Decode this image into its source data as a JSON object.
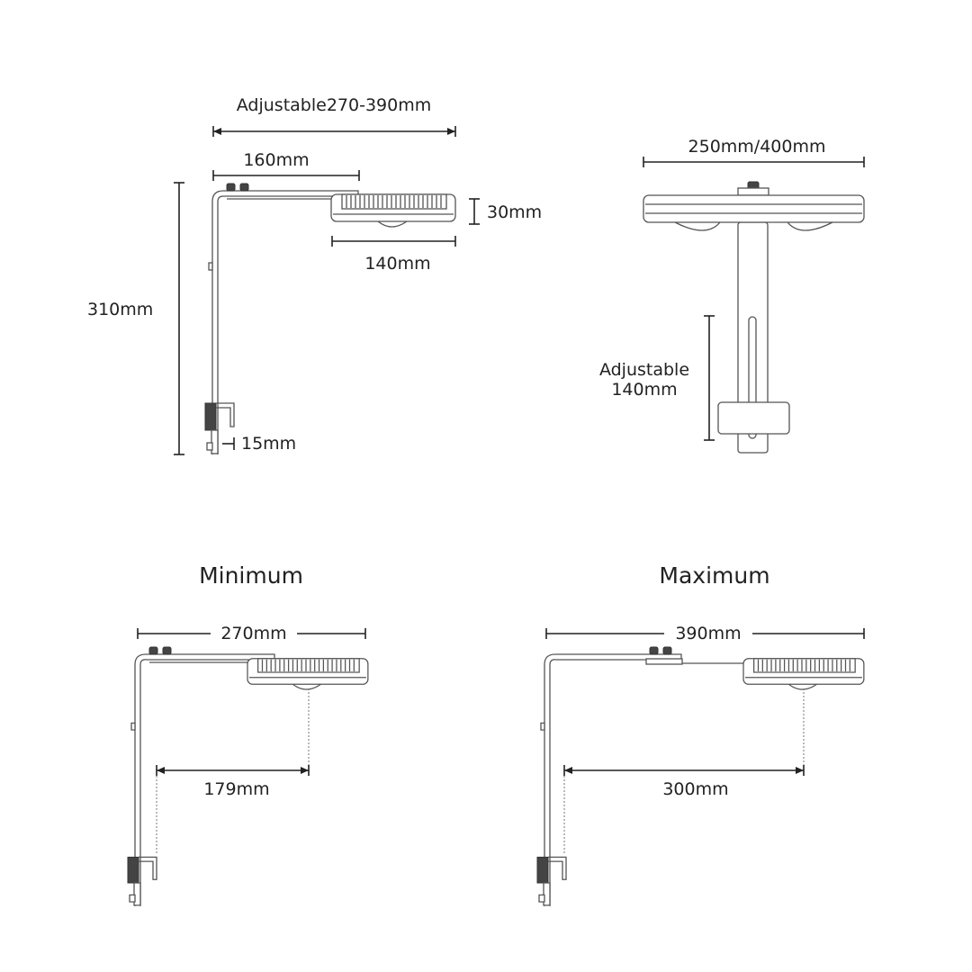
{
  "side_view": {
    "width_adjustable": "Adjustable270-390mm",
    "arm_length": "160mm",
    "head_height": "30mm",
    "head_length": "140mm",
    "total_height": "310mm",
    "clamp_gap": "15mm"
  },
  "front_view": {
    "width": "250mm/400mm",
    "adjustable_label": "Adjustable",
    "adjustable_value": "140mm"
  },
  "minimum": {
    "title": "Minimum",
    "width": "270mm",
    "reach": "179mm"
  },
  "maximum": {
    "title": "Maximum",
    "width": "390mm",
    "reach": "300mm"
  }
}
